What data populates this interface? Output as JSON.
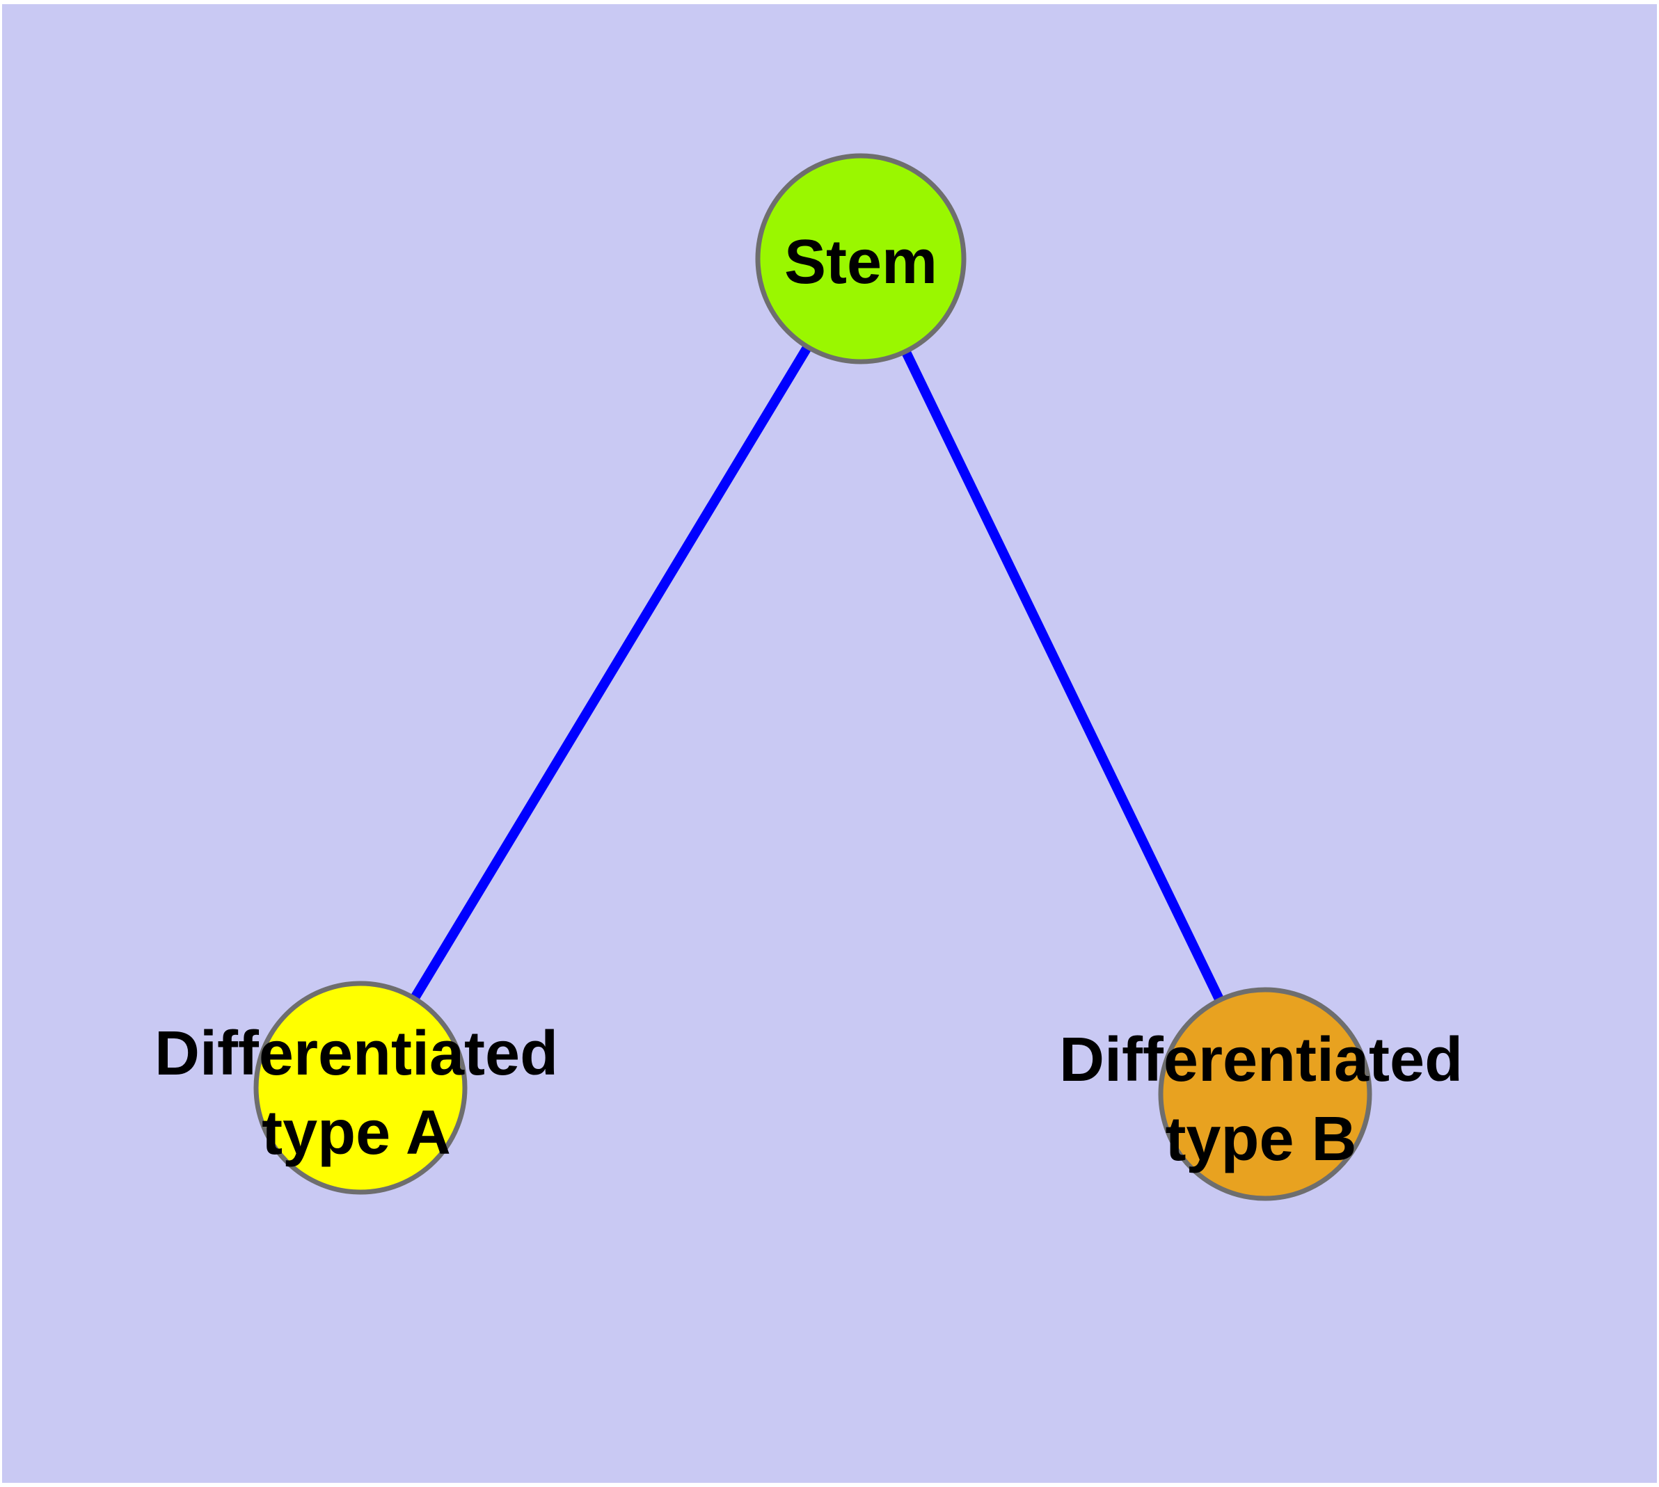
{
  "diagram": {
    "background_color": "#C9C9F3",
    "edge_color": "#0000FF",
    "node_border_color": "#6E6E6E",
    "text_color": "#000000",
    "nodes": [
      {
        "id": "stem",
        "label_lines": [
          "Stem"
        ],
        "fill": "#9AF700"
      },
      {
        "id": "differentiated-type-a",
        "label_lines": [
          "Differentiated",
          "type A"
        ],
        "fill": "#FFFF00"
      },
      {
        "id": "differentiated-type-b",
        "label_lines": [
          "Differentiated",
          "type B"
        ],
        "fill": "#E8A220"
      }
    ],
    "edges": [
      {
        "from": "stem",
        "to": "differentiated-type-a"
      },
      {
        "from": "stem",
        "to": "differentiated-type-b"
      }
    ]
  }
}
